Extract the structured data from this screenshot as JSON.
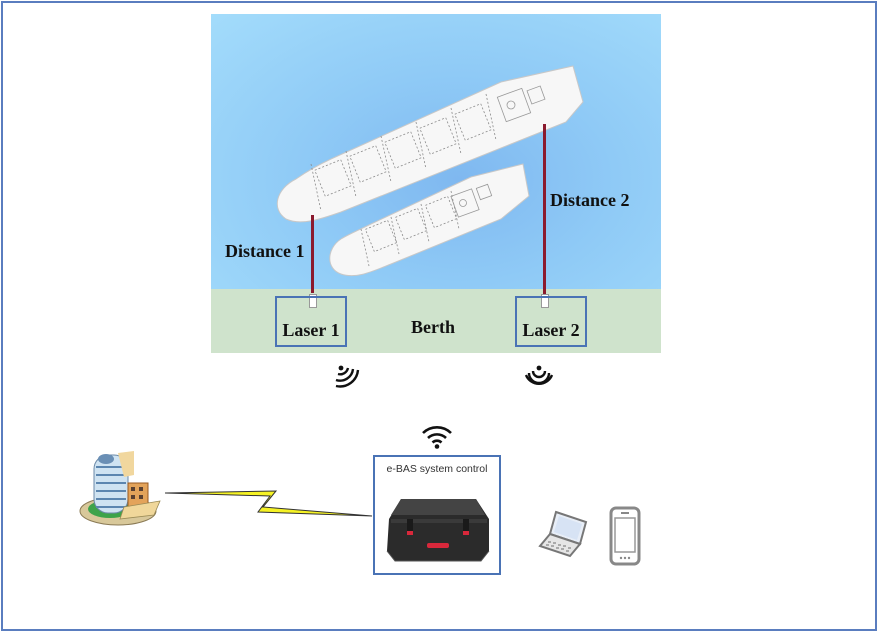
{
  "diagram": {
    "scene": {
      "labels": {
        "distance_1": "Distance 1",
        "distance_2": "Distance 2",
        "berth": "Berth",
        "laser_1": "Laser 1",
        "laser_2": "Laser 2"
      },
      "colors": {
        "sea": "#8fcaf6",
        "berth": "#cfe3cc",
        "beam": "#8b1a2e",
        "box_border": "#4a73b5"
      }
    },
    "control": {
      "title": "e-BAS system control"
    },
    "icons": {
      "laser_1_signal": "wireless-signal-icon",
      "laser_2_signal": "wireless-signal-icon",
      "control_wifi": "wifi-icon",
      "building": "office-building-icon",
      "link": "lightning-link-icon",
      "laptop": "laptop-icon",
      "phone": "smartphone-icon",
      "case": "hard-case-icon"
    },
    "frame_color": "#5a7dbf"
  }
}
